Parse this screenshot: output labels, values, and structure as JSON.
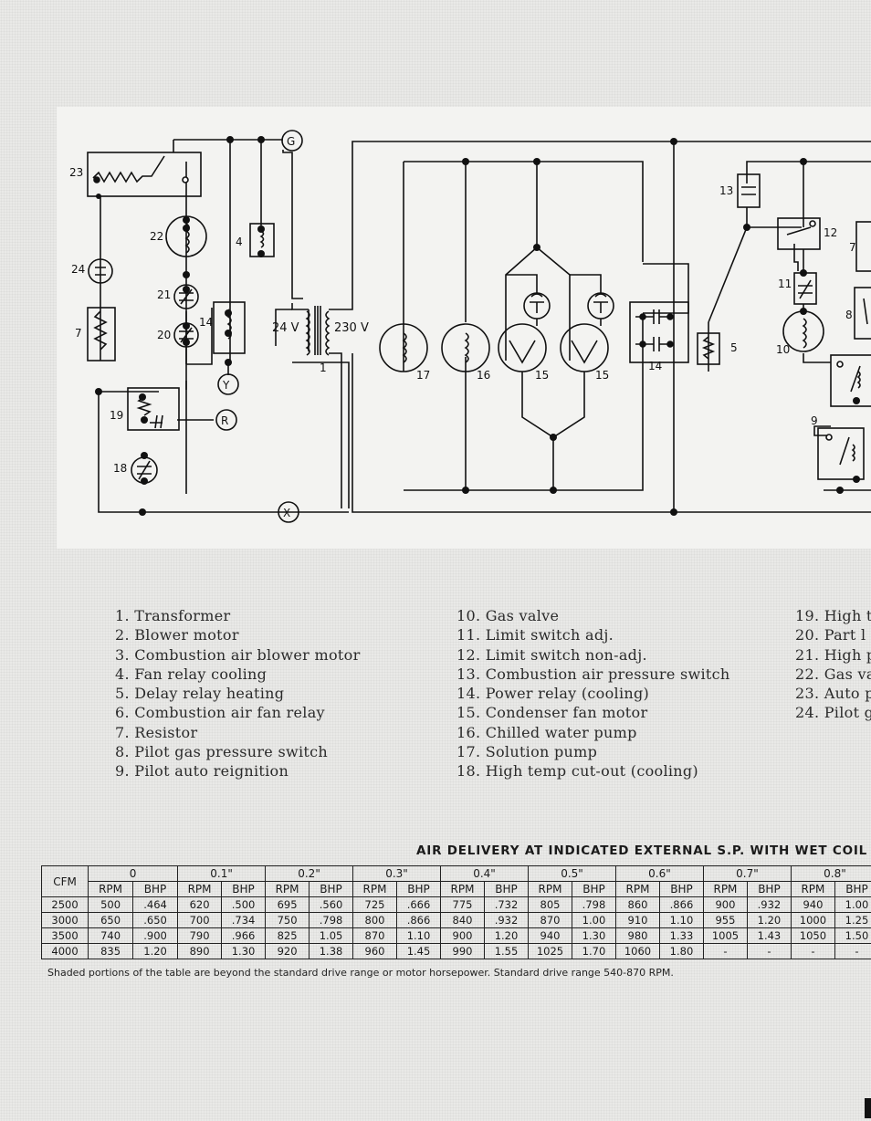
{
  "diagram": {
    "terminals": [
      "G",
      "Y",
      "R",
      "X"
    ],
    "voltage_low": "24 V",
    "voltage_high": "230 V",
    "component_numbers": [
      "1",
      "4",
      "5",
      "7",
      "8",
      "9",
      "10",
      "11",
      "12",
      "13",
      "14",
      "15",
      "16",
      "17",
      "18",
      "19",
      "20",
      "21",
      "22",
      "23",
      "24"
    ]
  },
  "legend": {
    "col1": [
      "1. Transformer",
      "2. Blower motor",
      "3. Combustion air blower motor",
      "4. Fan relay cooling",
      "5. Delay relay heating",
      "6. Combustion air fan relay",
      "7. Resistor",
      "8. Pilot gas pressure switch",
      "9. Pilot auto reignition"
    ],
    "col2": [
      "10. Gas valve",
      "11. Limit switch adj.",
      "12. Limit switch non-adj.",
      "13. Combustion air pressure switch",
      "14. Power relay (cooling)",
      "15. Condenser fan motor",
      "16. Chilled water pump",
      "17. Solution pump",
      "18. High temp cut-out (cooling)"
    ],
    "col3": [
      "19. High t",
      "20. Part l",
      "21. High p",
      "22. Gas va",
      "23. Auto p",
      "24. Pilot g"
    ]
  },
  "table": {
    "title": "AIR DELIVERY AT INDICATED EXTERNAL S.P. WITH WET COIL",
    "cfm_label": "CFM",
    "rpm_label": "RPM",
    "bhp_label": "BHP",
    "pressures": [
      "0",
      "0.1\"",
      "0.2\"",
      "0.3\"",
      "0.4\"",
      "0.5\"",
      "0.6\"",
      "0.7\"",
      "0.8\""
    ],
    "rows": [
      {
        "cfm": "2500",
        "cells": [
          "500",
          ".464",
          "620",
          ".500",
          "695",
          ".560",
          "725",
          ".666",
          "775",
          ".732",
          "805",
          ".798",
          "860",
          ".866",
          "900",
          ".932",
          "940",
          "1.00"
        ]
      },
      {
        "cfm": "3000",
        "cells": [
          "650",
          ".650",
          "700",
          ".734",
          "750",
          ".798",
          "800",
          ".866",
          "840",
          ".932",
          "870",
          "1.00",
          "910",
          "1.10",
          "955",
          "1.20",
          "1000",
          "1.25"
        ]
      },
      {
        "cfm": "3500",
        "cells": [
          "740",
          ".900",
          "790",
          ".966",
          "825",
          "1.05",
          "870",
          "1.10",
          "900",
          "1.20",
          "940",
          "1.30",
          "980",
          "1.33",
          "1005",
          "1.43",
          "1050",
          "1.50"
        ]
      },
      {
        "cfm": "4000",
        "cells": [
          "835",
          "1.20",
          "890",
          "1.30",
          "920",
          "1.38",
          "960",
          "1.45",
          "990",
          "1.55",
          "1025",
          "1.70",
          "1060",
          "1.80",
          "-",
          "-",
          "-",
          "-"
        ]
      }
    ],
    "footnote": "Shaded portions of the table are beyond the standard drive range or motor horsepower.   Standard drive range 540-870 RPM."
  }
}
